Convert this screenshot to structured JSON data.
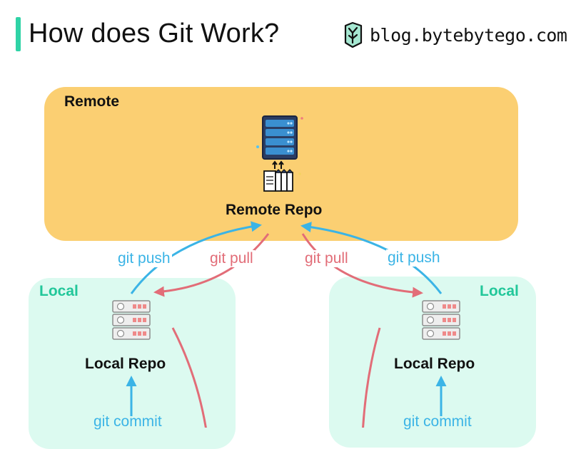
{
  "header": {
    "title": "How does Git Work?",
    "brand_text": "blog.bytebytego.com"
  },
  "remote": {
    "label": "Remote",
    "repo_label": "Remote Repo"
  },
  "local_left": {
    "label": "Local",
    "repo_label": "Local Repo",
    "push_label": "git push",
    "pull_label": "git pull",
    "commit_label": "git commit"
  },
  "local_right": {
    "label": "Local",
    "repo_label": "Local Repo",
    "push_label": "git push",
    "pull_label": "git pull",
    "commit_label": "git commit"
  },
  "colors": {
    "accent": "#2fd3a6",
    "remote_bg": "#fbcf72",
    "local_bg": "#dcfaf0",
    "push": "#3bb4e6",
    "pull": "#e26d78",
    "local_label": "#22c79a"
  },
  "icons": [
    "server-icon",
    "document-stack-icon",
    "local-server-icon",
    "bytebytego-logo-icon"
  ]
}
